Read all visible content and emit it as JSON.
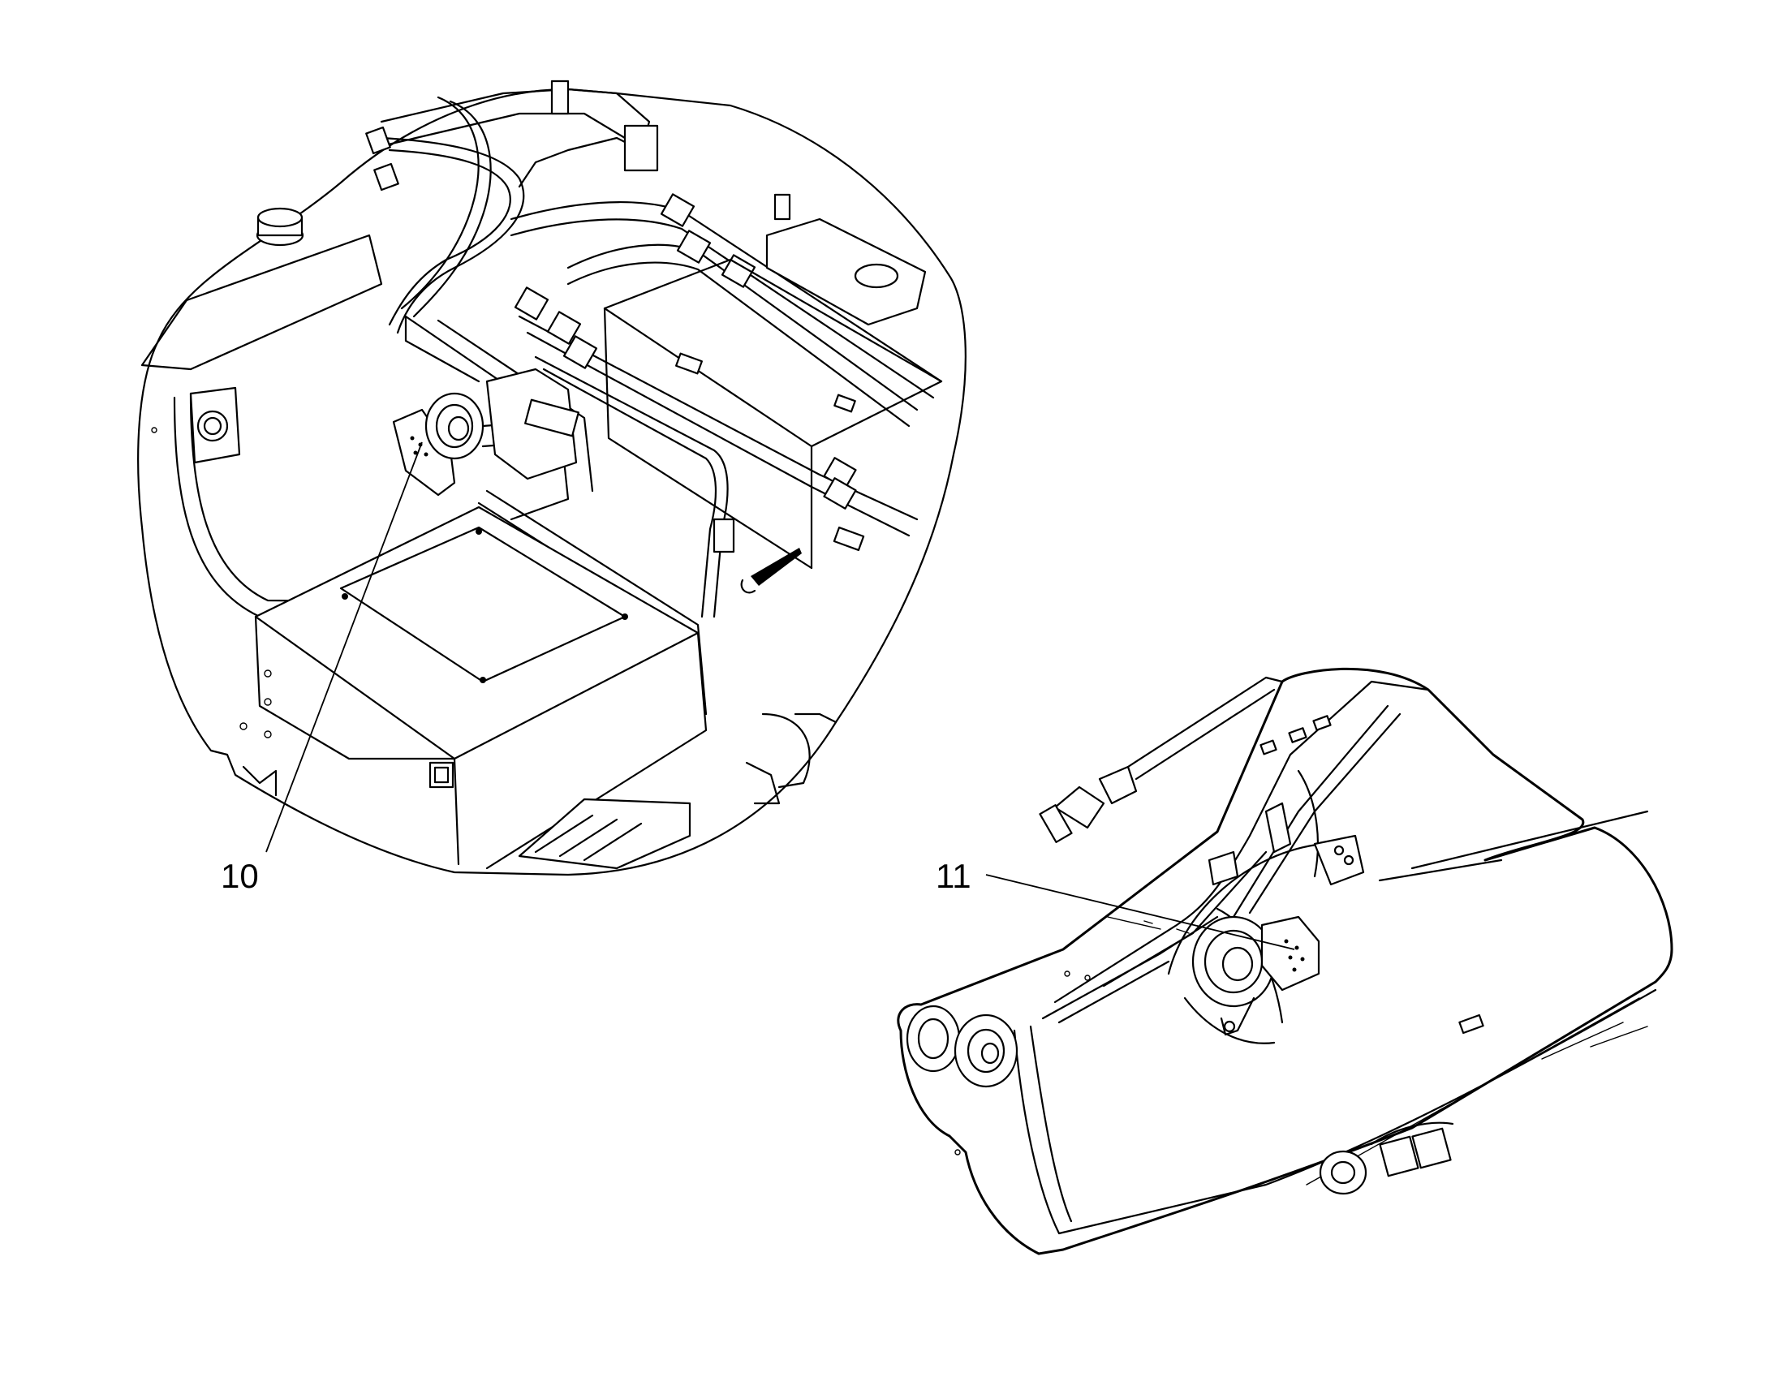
{
  "callouts": [
    {
      "id": "10",
      "label": "10"
    },
    {
      "id": "11",
      "label": "11"
    }
  ],
  "colors": {
    "line": "#000000",
    "background": "#ffffff"
  }
}
